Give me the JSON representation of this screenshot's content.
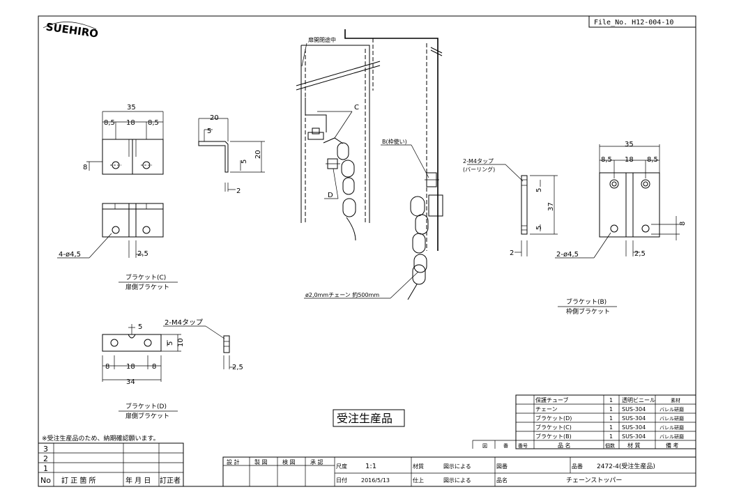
{
  "logo": "SUEHIRO",
  "file_no": "File_No. H12-004-10",
  "labels": {
    "door_closing": "扉開閉途中",
    "c": "C",
    "d": "D",
    "b_frame": "B(枠使い)",
    "tap_pl": "2-M4タップ",
    "burring": "(バーリング)",
    "chain_spec": "ø2,0mmチェーン 約500mm",
    "tap_d": "2-M4タップ",
    "holes_c": "4-ø4,5",
    "holes_b": "2-ø4,5"
  },
  "dims": {
    "c": {
      "w35": "35",
      "d85a": "8,5",
      "d18": "18",
      "d85b": "8,5",
      "d8": "8",
      "d25": "2,5"
    },
    "side_c": {
      "d20t": "20",
      "d5t": "5",
      "d20r": "20",
      "d5r": "5",
      "d2": "2"
    },
    "b": {
      "w35": "35",
      "d85a": "8,5",
      "d18": "18",
      "d85b": "8,5",
      "d8": "8",
      "d25": "2,5"
    },
    "side_b": {
      "d5a": "5",
      "d37": "37",
      "d5b": "5",
      "d2": "2"
    },
    "d": {
      "d5": "5",
      "d10": "10",
      "d5s": "5",
      "d8a": "8",
      "d18": "18",
      "d8b": "8",
      "d34": "34",
      "d25": "2,5"
    }
  },
  "captions": {
    "c_title": "ブラケット(C)",
    "c_sub": "扉側ブラケット",
    "b_title": "ブラケット(B)",
    "b_sub": "枠側ブラケット",
    "d_title": "ブラケット(D)",
    "d_sub": "扉側ブラケット"
  },
  "stamp": "受注生産品",
  "note": "※受注生産品のため、納期確認願います。",
  "parts": [
    {
      "name": "保護チューブ",
      "qty": "1",
      "material": "透明ビニール",
      "remark": "素材"
    },
    {
      "name": "チェーン",
      "qty": "1",
      "material": "SUS-304",
      "remark": "バレル研磨"
    },
    {
      "name": "ブラケット(D)",
      "qty": "1",
      "material": "SUS-304",
      "remark": "バレル研磨"
    },
    {
      "name": "ブラケット(C)",
      "qty": "1",
      "material": "SUS-304",
      "remark": "バレル研磨"
    },
    {
      "name": "ブラケット(B)",
      "qty": "1",
      "material": "SUS-304",
      "remark": "バレル研磨"
    }
  ],
  "parts_header": {
    "drawing": "図",
    "no": "番",
    "code": "番号",
    "name": "品 名",
    "qty": "個数",
    "material": "材 質",
    "remark": "備 考"
  },
  "revisions": {
    "rows": [
      "3",
      "2",
      "1"
    ],
    "header": {
      "no": "No",
      "place": "訂 正 箇 所",
      "date": "年 月 日",
      "by": "訂正者"
    }
  },
  "title_block": {
    "design": "設 計",
    "draw": "製 図",
    "check": "検 図",
    "approve": "承 認",
    "scale_label": "尺度",
    "scale": "1:1",
    "material_label": "材質",
    "material": "図示による",
    "drawing_no_label": "図番",
    "part_no_label": "品番",
    "part_no": "2472-4(受注生産品)",
    "date_label": "日付",
    "date": "2016/5/13",
    "finish_label": "仕上",
    "finish": "図示による",
    "product_label": "品名",
    "product": "チェーンストッパー"
  }
}
